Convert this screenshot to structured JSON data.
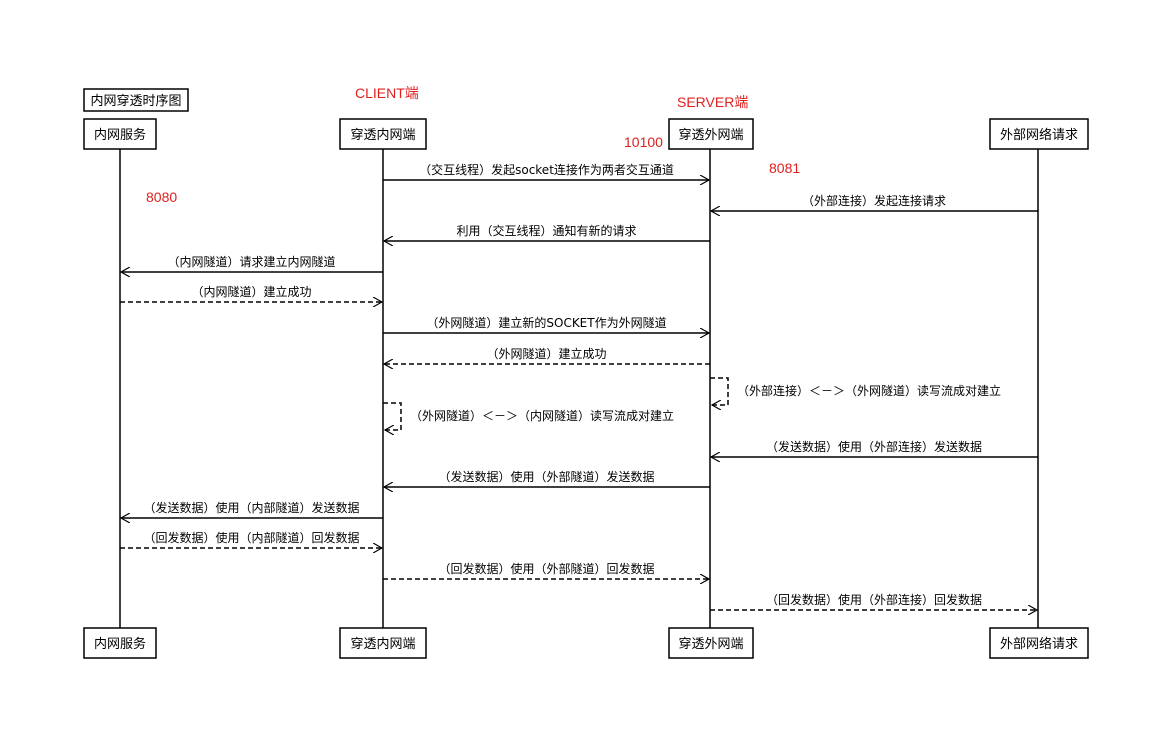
{
  "diagram": {
    "title": "内网穿透时序图",
    "participants": [
      {
        "id": "p1",
        "label": "内网服务"
      },
      {
        "id": "p2",
        "label": "穿透内网端"
      },
      {
        "id": "p3",
        "label": "穿透外网端"
      },
      {
        "id": "p4",
        "label": "外部网络请求"
      }
    ],
    "annotations": [
      {
        "id": "client",
        "text": "CLIENT端"
      },
      {
        "id": "server",
        "text": "SERVER端"
      },
      {
        "id": "port10100",
        "text": "10100"
      },
      {
        "id": "port8081",
        "text": "8081"
      },
      {
        "id": "port8080",
        "text": "8080"
      }
    ],
    "messages": [
      {
        "from": "p2",
        "to": "p3",
        "style": "solid",
        "text": "（交互线程）发起socket连接作为两者交互通道"
      },
      {
        "from": "p4",
        "to": "p3",
        "style": "solid",
        "text": "（外部连接）发起连接请求"
      },
      {
        "from": "p3",
        "to": "p2",
        "style": "solid",
        "text": "利用（交互线程）通知有新的请求"
      },
      {
        "from": "p2",
        "to": "p1",
        "style": "solid",
        "text": "（内网隧道）请求建立内网隧道"
      },
      {
        "from": "p1",
        "to": "p2",
        "style": "dashed",
        "text": "（内网隧道）建立成功"
      },
      {
        "from": "p2",
        "to": "p3",
        "style": "solid",
        "text": "（外网隧道）建立新的SOCKET作为外网隧道"
      },
      {
        "from": "p3",
        "to": "p2",
        "style": "dashed",
        "text": "（外网隧道）建立成功"
      },
      {
        "from": "p3",
        "to": "p3",
        "style": "dashed",
        "text": "（外部连接）＜－＞（外网隧道）读写流成对建立"
      },
      {
        "from": "p2",
        "to": "p2",
        "style": "dashed",
        "text": "（外网隧道）＜－＞（内网隧道）读写流成对建立"
      },
      {
        "from": "p4",
        "to": "p3",
        "style": "solid",
        "text": "（发送数据）使用（外部连接）发送数据"
      },
      {
        "from": "p3",
        "to": "p2",
        "style": "solid",
        "text": "（发送数据）使用（外部隧道）发送数据"
      },
      {
        "from": "p2",
        "to": "p1",
        "style": "solid",
        "text": "（发送数据）使用（内部隧道）发送数据"
      },
      {
        "from": "p1",
        "to": "p2",
        "style": "dashed",
        "text": "（回发数据）使用（内部隧道）回发数据"
      },
      {
        "from": "p2",
        "to": "p3",
        "style": "dashed",
        "text": "（回发数据）使用（外部隧道）回发数据"
      },
      {
        "from": "p3",
        "to": "p4",
        "style": "dashed",
        "text": "（回发数据）使用（外部连接）回发数据"
      }
    ]
  }
}
